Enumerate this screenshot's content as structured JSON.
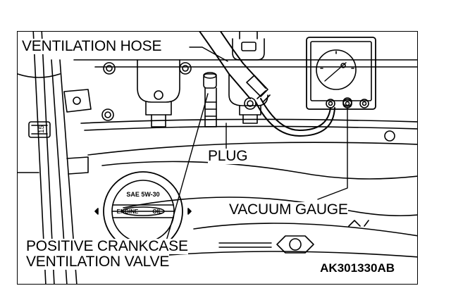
{
  "labels": {
    "ventilation_hose": "VENTILATION HOSE",
    "plug": "PLUG",
    "vacuum_gauge": "VACUUM GAUGE",
    "pcv_line1": "POSITIVE CRANKCASE",
    "pcv_line2": "VENTILATION VALVE"
  },
  "figure_code": "AK301330AB",
  "engine_marks": {
    "cap_top": "SAE 5W-30",
    "cap_left": "ENGINE",
    "cap_right": "OIL",
    "clip_number": "15"
  },
  "colors": {
    "ink": "#000000",
    "paper": "#ffffff"
  }
}
